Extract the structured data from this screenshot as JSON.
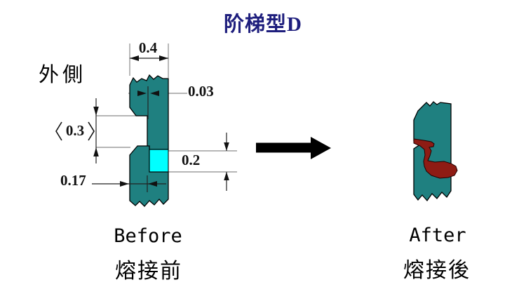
{
  "title": "阶梯型D",
  "colors": {
    "plate_teal": "#1f8080",
    "gap_cyan": "#00ffff",
    "weld_red": "#8e1c14",
    "title_navy": "#1e1e7d",
    "outline_black": "#000000",
    "background": "#ffffff"
  },
  "before": {
    "side_label": "外側",
    "caption_en": "Before",
    "caption_zh": "熔接前",
    "dimensions": {
      "top_width": "0.4",
      "edge_offset": "0.03",
      "outer_gap": "0.3",
      "outer_gap_display": "〈0.3〉",
      "lower_gap": "0.2",
      "step_width": "0.17"
    }
  },
  "after": {
    "caption_en": "After",
    "caption_zh": "熔接後"
  }
}
